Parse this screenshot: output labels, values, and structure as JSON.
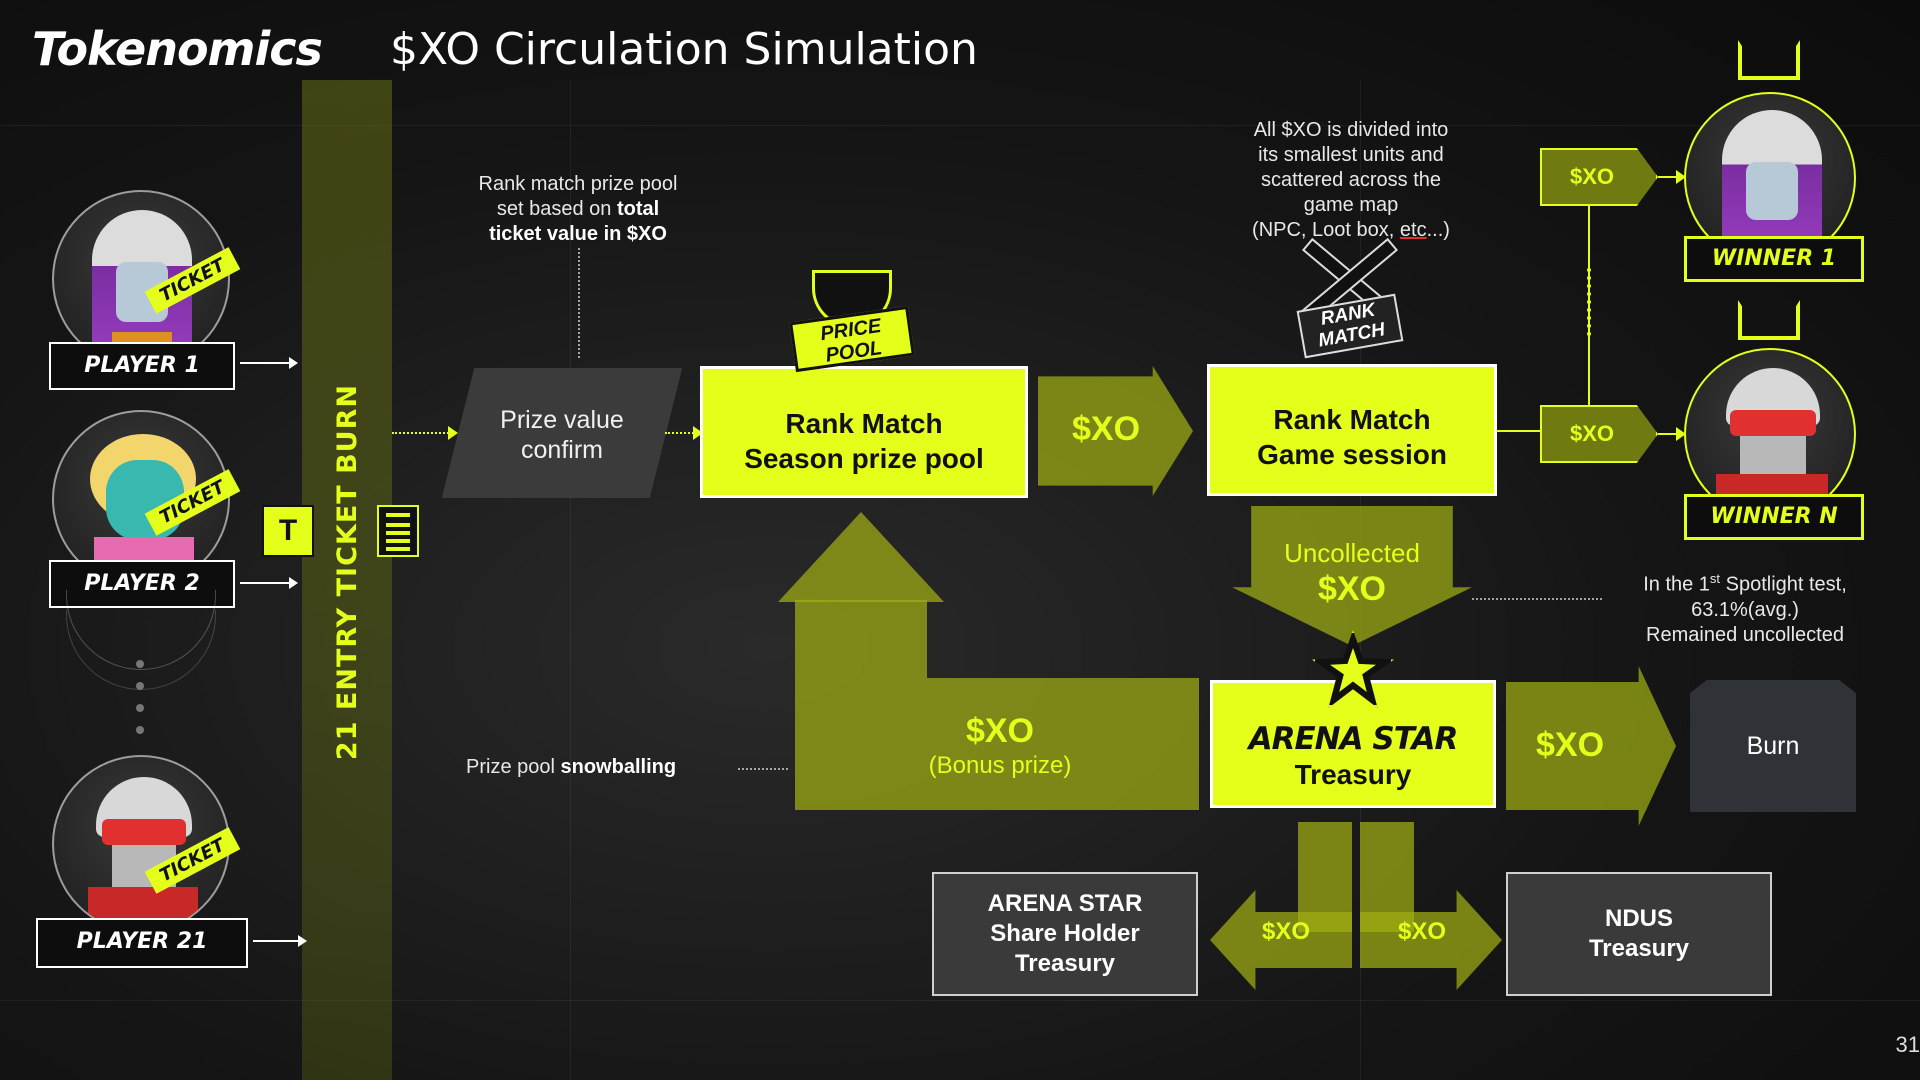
{
  "header": {
    "title_bold": "Tokenomics",
    "title_rest": "$XO Circulation Simulation"
  },
  "burn_bar": {
    "label": "21 ENTRY TICKET BURN"
  },
  "players": [
    {
      "label": "PLAYER 1",
      "ticket": "TICKET"
    },
    {
      "label": "PLAYER 2",
      "ticket": "TICKET"
    },
    {
      "label": "PLAYER 21",
      "ticket": "TICKET"
    }
  ],
  "notes": {
    "prize_pool_note_1": "Rank match prize pool",
    "prize_pool_note_2": "set based on",
    "prize_pool_note_bold_1": "total",
    "prize_pool_note_bold_2": "ticket value in $XO",
    "divided_note": [
      "All $XO is divided into",
      "its smallest units and",
      "scattered across the",
      "game map"
    ],
    "divided_note_last_prefix": "(NPC, Loot box,",
    "divided_note_last_link": "etc",
    "divided_note_last_suffix": "...)",
    "spotlight_prefix": "In the 1",
    "spotlight_sup": "st",
    "spotlight_suffix": "Spotlight test,",
    "spotlight_line2": "63.1%(avg.)",
    "spotlight_line3": "Remained uncollected",
    "snowball_prefix": "Prize pool",
    "snowball_bold": "snowballing"
  },
  "flow": {
    "prize_confirm": "Prize value confirm",
    "season_pool_line1": "Rank Match",
    "season_pool_line2": "Season prize pool",
    "price_pool_logo": "PRICE POOL",
    "rank_logo": "RANK MATCH",
    "arrow_sxo": "$XO",
    "game_session_line1": "Rank Match",
    "game_session_line2": "Game session",
    "uncollected_label": "Uncollected",
    "uncollected_sxo": "$XO",
    "bonus_sxo": "$XO",
    "bonus_label": "(Bonus prize)",
    "treasury_brand": "ARENA STAR",
    "treasury_label": "Treasury",
    "burn_arrow_sxo": "$XO",
    "burn_label": "Burn",
    "left_down_sxo": "$XO",
    "right_down_sxo": "$XO",
    "shareholder_line1": "ARENA STAR",
    "shareholder_line2": "Share Holder",
    "shareholder_line3": "Treasury",
    "ndus_line1": "NDUS",
    "ndus_line2": "Treasury"
  },
  "winners": [
    {
      "sxo": "$XO",
      "label": "WINNER 1"
    },
    {
      "sxo": "$XO",
      "label": "WINNER N"
    }
  ],
  "page_number": "31",
  "colors": {
    "accent": "#e4ff1a",
    "olive": "#9aa814",
    "background": "#131313"
  }
}
